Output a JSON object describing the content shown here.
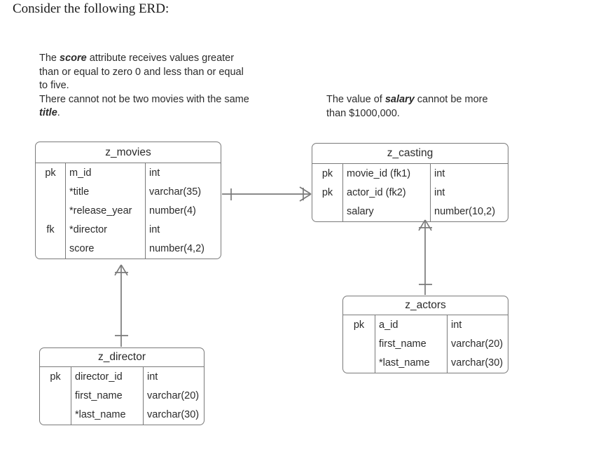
{
  "page": {
    "heading": "Consider the following ERD:"
  },
  "notes": [
    {
      "id": "note-score",
      "segments": [
        {
          "text": "The ",
          "bold": false
        },
        {
          "text": "score",
          "bold": true
        },
        {
          "text": " attribute receives values greater than or equal to zero 0 and less than or equal to five.",
          "bold": false
        },
        {
          "text": "\n",
          "bold": false
        },
        {
          "text": "There cannot not be two movies with the same ",
          "bold": false
        },
        {
          "text": "title",
          "bold": true
        },
        {
          "text": ".",
          "bold": false
        }
      ],
      "plain": "The score attribute receives values greater than or equal to zero 0 and less than or equal to five. There cannot not be two movies with the same title."
    },
    {
      "id": "note-salary",
      "segments": [
        {
          "text": "The value of ",
          "bold": false
        },
        {
          "text": "salary",
          "bold": true
        },
        {
          "text": " cannot be more than $1000,000.",
          "bold": false
        }
      ],
      "plain": "The value of salary cannot be more than $1000,000."
    }
  ],
  "entities": [
    {
      "id": "z_movies",
      "title": "z_movies",
      "rows": [
        {
          "key": "pk",
          "name": "m_id",
          "type": "int"
        },
        {
          "key": "",
          "name": "*title",
          "type": "varchar(35)"
        },
        {
          "key": "",
          "name": "*release_year",
          "type": "number(4)"
        },
        {
          "key": "fk",
          "name": "*director",
          "type": "int"
        },
        {
          "key": "",
          "name": "score",
          "type": "number(4,2)"
        }
      ]
    },
    {
      "id": "z_casting",
      "title": "z_casting",
      "rows": [
        {
          "key": "pk",
          "name": "movie_id (fk1)",
          "type": "int"
        },
        {
          "key": "pk",
          "name": "actor_id (fk2)",
          "type": "int"
        },
        {
          "key": "",
          "name": "salary",
          "type": "number(10,2)"
        }
      ]
    },
    {
      "id": "z_actors",
      "title": "z_actors",
      "rows": [
        {
          "key": "pk",
          "name": "a_id",
          "type": "int"
        },
        {
          "key": "",
          "name": "first_name",
          "type": "varchar(20)"
        },
        {
          "key": "",
          "name": "*last_name",
          "type": "varchar(30)"
        }
      ]
    },
    {
      "id": "z_director",
      "title": "z_director",
      "rows": [
        {
          "key": "pk",
          "name": "director_id",
          "type": "int"
        },
        {
          "key": "",
          "name": "first_name",
          "type": "varchar(20)"
        },
        {
          "key": "",
          "name": "*last_name",
          "type": "varchar(30)"
        }
      ]
    }
  ],
  "relationships": [
    {
      "id": "movies-casting",
      "from": "z_movies",
      "to": "z_casting",
      "from_cardinality": "one",
      "to_cardinality": "many"
    },
    {
      "id": "movies-director",
      "from": "z_movies",
      "to": "z_director",
      "from_cardinality": "many",
      "to_cardinality": "one"
    },
    {
      "id": "casting-actors",
      "from": "z_casting",
      "to": "z_actors",
      "from_cardinality": "many",
      "to_cardinality": "one"
    }
  ],
  "colors": {
    "line": "#7a7a7a",
    "text": "#2b2b2b",
    "background": "#ffffff"
  }
}
